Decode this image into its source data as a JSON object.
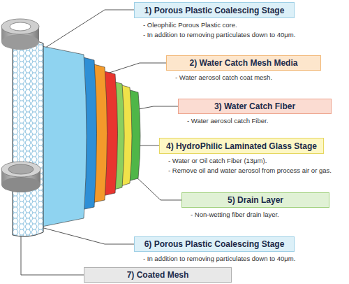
{
  "diagram": {
    "nodes": [
      {
        "text": [
          "1) Porous Plastic Coalescing Stage",
          "- Oleophilic Porous Plastic core.",
          "- In addition to removing particulates down to 40μm."
        ]
      },
      {
        "text": [
          "2) Water Catch Mesh Media",
          "- Water aerosol catch coat mesh."
        ]
      },
      {
        "text": [
          "3) Water Catch Fiber",
          "- Water aerosol catch Fiber."
        ]
      },
      {
        "text": [
          "4) HydroPhilic Laminated Glass Stage",
          "- Water or Oil catch Fiber (13μm).",
          "- Remove oil and water aerosol from process air or gas."
        ]
      },
      {
        "text": [
          "5) Drain Layer",
          "- Non-wetting fiber drain layer."
        ]
      },
      {
        "text": [
          "6) Porous Plastic Coalescing Stage",
          "- In addition to removing particulates down to 40μm."
        ]
      },
      {
        "text": [
          "7) Coated Mesh"
        ]
      }
    ]
  }
}
